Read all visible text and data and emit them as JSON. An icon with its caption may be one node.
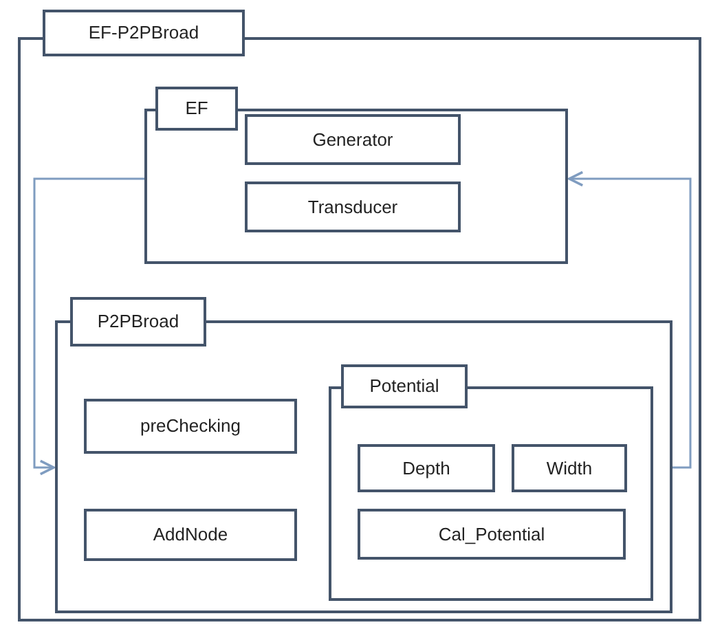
{
  "diagram": {
    "nodes": [
      {
        "text": [],
        "shape": "box"
      },
      {
        "text": [
          "EF-P2PBroad"
        ]
      },
      {
        "text": [],
        "shape": "box",
        "in": 0
      },
      {
        "text": [
          "EF"
        ],
        "in": 0
      },
      {
        "text": [
          "Generator"
        ],
        "in": 2
      },
      {
        "text": [
          "Transducer"
        ],
        "in": 2
      },
      {
        "text": [],
        "shape": "box",
        "in": 0
      },
      {
        "text": [
          "P2PBroad"
        ],
        "in": 0
      },
      {
        "text": [
          "preChecking"
        ],
        "in": 6
      },
      {
        "text": [
          "AddNode"
        ],
        "in": 6
      },
      {
        "text": [],
        "shape": "box",
        "in": 6
      },
      {
        "text": [
          "Potential"
        ],
        "in": 6
      },
      {
        "text": [
          "Depth"
        ],
        "in": 10
      },
      {
        "text": [
          "Width"
        ],
        "in": 10
      },
      {
        "text": [
          "Cal_Potential"
        ],
        "in": 10
      }
    ],
    "edges": [
      {
        "from": 2,
        "to": 6,
        "arrow": "to"
      },
      {
        "from": 6,
        "to": 2,
        "arrow": "to"
      }
    ]
  }
}
